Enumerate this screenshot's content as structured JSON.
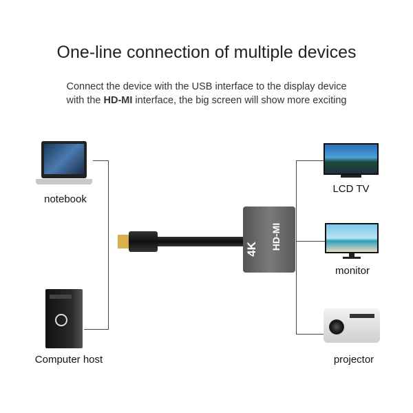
{
  "title": "One-line connection of multiple devices",
  "subtitle": {
    "line1": "Connect the device with the USB interface to the display device",
    "line2_pre": "with the ",
    "line2_bold": "HD-MI",
    "line2_post": " interface, the big screen will show more exciting"
  },
  "devices": {
    "notebook": "notebook",
    "computer": "Computer host",
    "tv": "LCD TV",
    "monitor": "monitor",
    "projector": "projector"
  },
  "adapter": {
    "badge": "4K",
    "brand": "HD-MI"
  }
}
